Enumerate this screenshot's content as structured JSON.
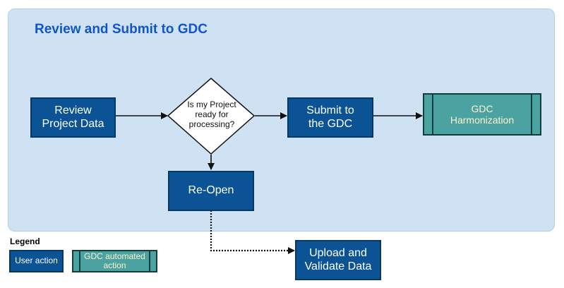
{
  "panel": {
    "title": "Review and Submit to GDC"
  },
  "nodes": {
    "review_project": {
      "label": "Review Project Data",
      "kind": "user-action"
    },
    "decision": {
      "label": "Is my Project ready for processing?",
      "kind": "decision"
    },
    "submit": {
      "label": "Submit to the GDC",
      "kind": "user-action"
    },
    "harmonization": {
      "label": "GDC Harmonization",
      "kind": "gdc-automated-action"
    },
    "reopen": {
      "label": "Re-Open",
      "kind": "user-action"
    },
    "upload_validate": {
      "label": "Upload and Validate Data",
      "kind": "user-action"
    }
  },
  "legend": {
    "title": "Legend",
    "user_action": "User action",
    "gdc_automated_action": "GDC automated action"
  },
  "colors": {
    "panel_background": "#cfe2f3",
    "panel_title": "#1155cc",
    "user_action_fill": "#0b5394",
    "automated_fill": "#4aa3a0",
    "automated_text": "#fff2cc"
  }
}
